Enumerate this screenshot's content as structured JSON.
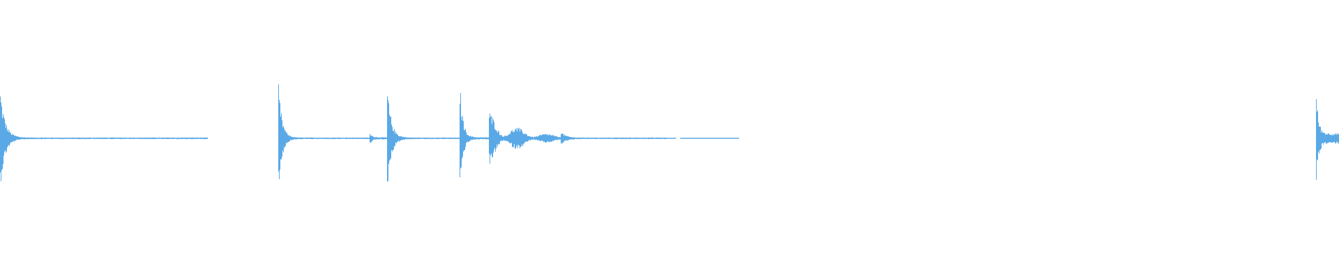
{
  "waveform": {
    "color": "#5aa9e6",
    "background": "#ffffff",
    "amplitude_max": 1.0,
    "duration_fraction_note": "",
    "segments": [
      {
        "start": 0.0,
        "end": 0.155,
        "peak": 0.9,
        "decay": 28,
        "floor": 0.015,
        "ripple": 0.0
      },
      {
        "start": 0.208,
        "end": 0.277,
        "peak": 1.0,
        "decay": 38,
        "floor": 0.015,
        "ripple": 0.0
      },
      {
        "start": 0.276,
        "end": 0.29,
        "peak": 0.1,
        "decay": 60,
        "floor": 0.02,
        "ripple": 0.0
      },
      {
        "start": 0.289,
        "end": 0.345,
        "peak": 0.95,
        "decay": 34,
        "floor": 0.015,
        "ripple": 0.0
      },
      {
        "start": 0.343,
        "end": 0.366,
        "peak": 1.05,
        "decay": 45,
        "floor": 0.02,
        "ripple": 0.0
      },
      {
        "start": 0.365,
        "end": 0.42,
        "peak": 0.48,
        "decay": 18,
        "floor": 0.02,
        "ripple": 0.6
      },
      {
        "start": 0.419,
        "end": 0.498,
        "peak": 0.12,
        "decay": 30,
        "floor": 0.015,
        "ripple": 0.0
      },
      {
        "start": 0.983,
        "end": 1.0,
        "peak": 0.8,
        "decay": 60,
        "floor": 0.1,
        "ripple": 0.0
      }
    ],
    "dashes": [
      {
        "start": 0.106,
        "end": 0.117
      },
      {
        "start": 0.124,
        "end": 0.13
      },
      {
        "start": 0.135,
        "end": 0.14
      },
      {
        "start": 0.142,
        "end": 0.148
      },
      {
        "start": 0.15,
        "end": 0.155
      },
      {
        "start": 0.498,
        "end": 0.505
      },
      {
        "start": 0.508,
        "end": 0.552
      }
    ]
  }
}
